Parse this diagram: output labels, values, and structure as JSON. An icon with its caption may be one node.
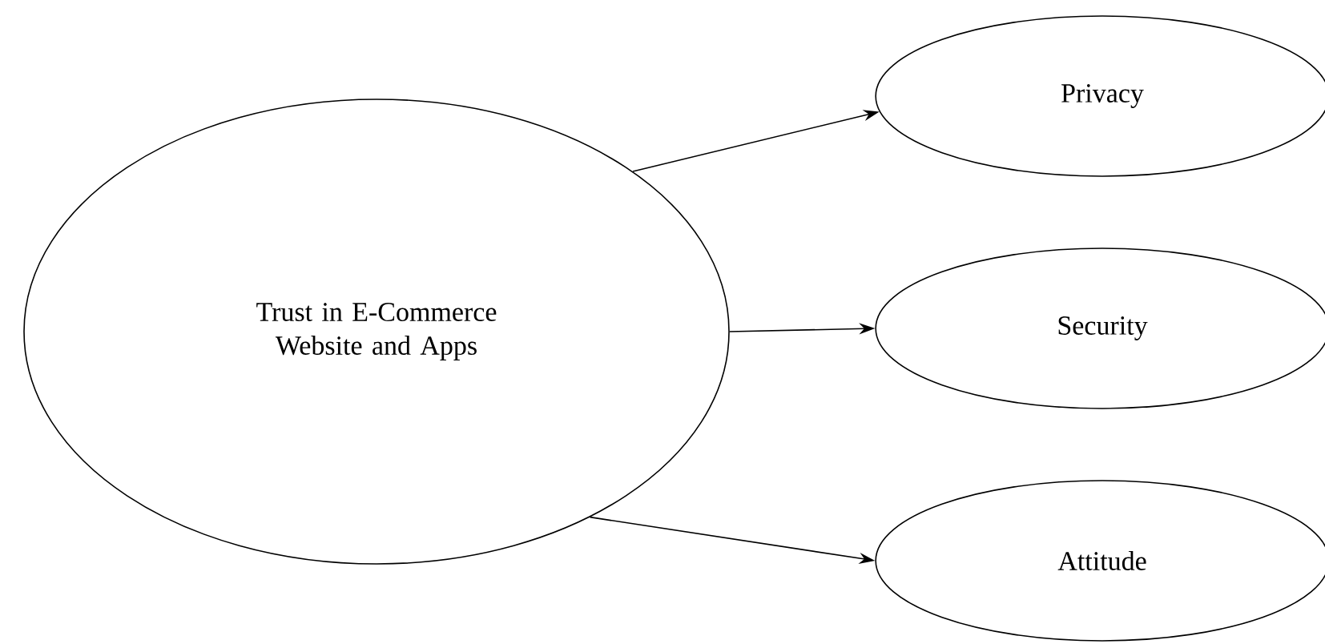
{
  "diagram": {
    "nodes": [
      {
        "text": [
          "Trust in E-Commerce Website and Apps"
        ]
      },
      {
        "text": [
          "Privacy"
        ]
      },
      {
        "text": [
          "Security"
        ]
      },
      {
        "text": [
          "Attitude"
        ]
      }
    ],
    "edges": [
      {
        "from": 0,
        "to": 1,
        "arrow": "to"
      },
      {
        "from": 0,
        "to": 2,
        "arrow": "to"
      },
      {
        "from": 0,
        "to": 3,
        "arrow": "to"
      }
    ]
  }
}
